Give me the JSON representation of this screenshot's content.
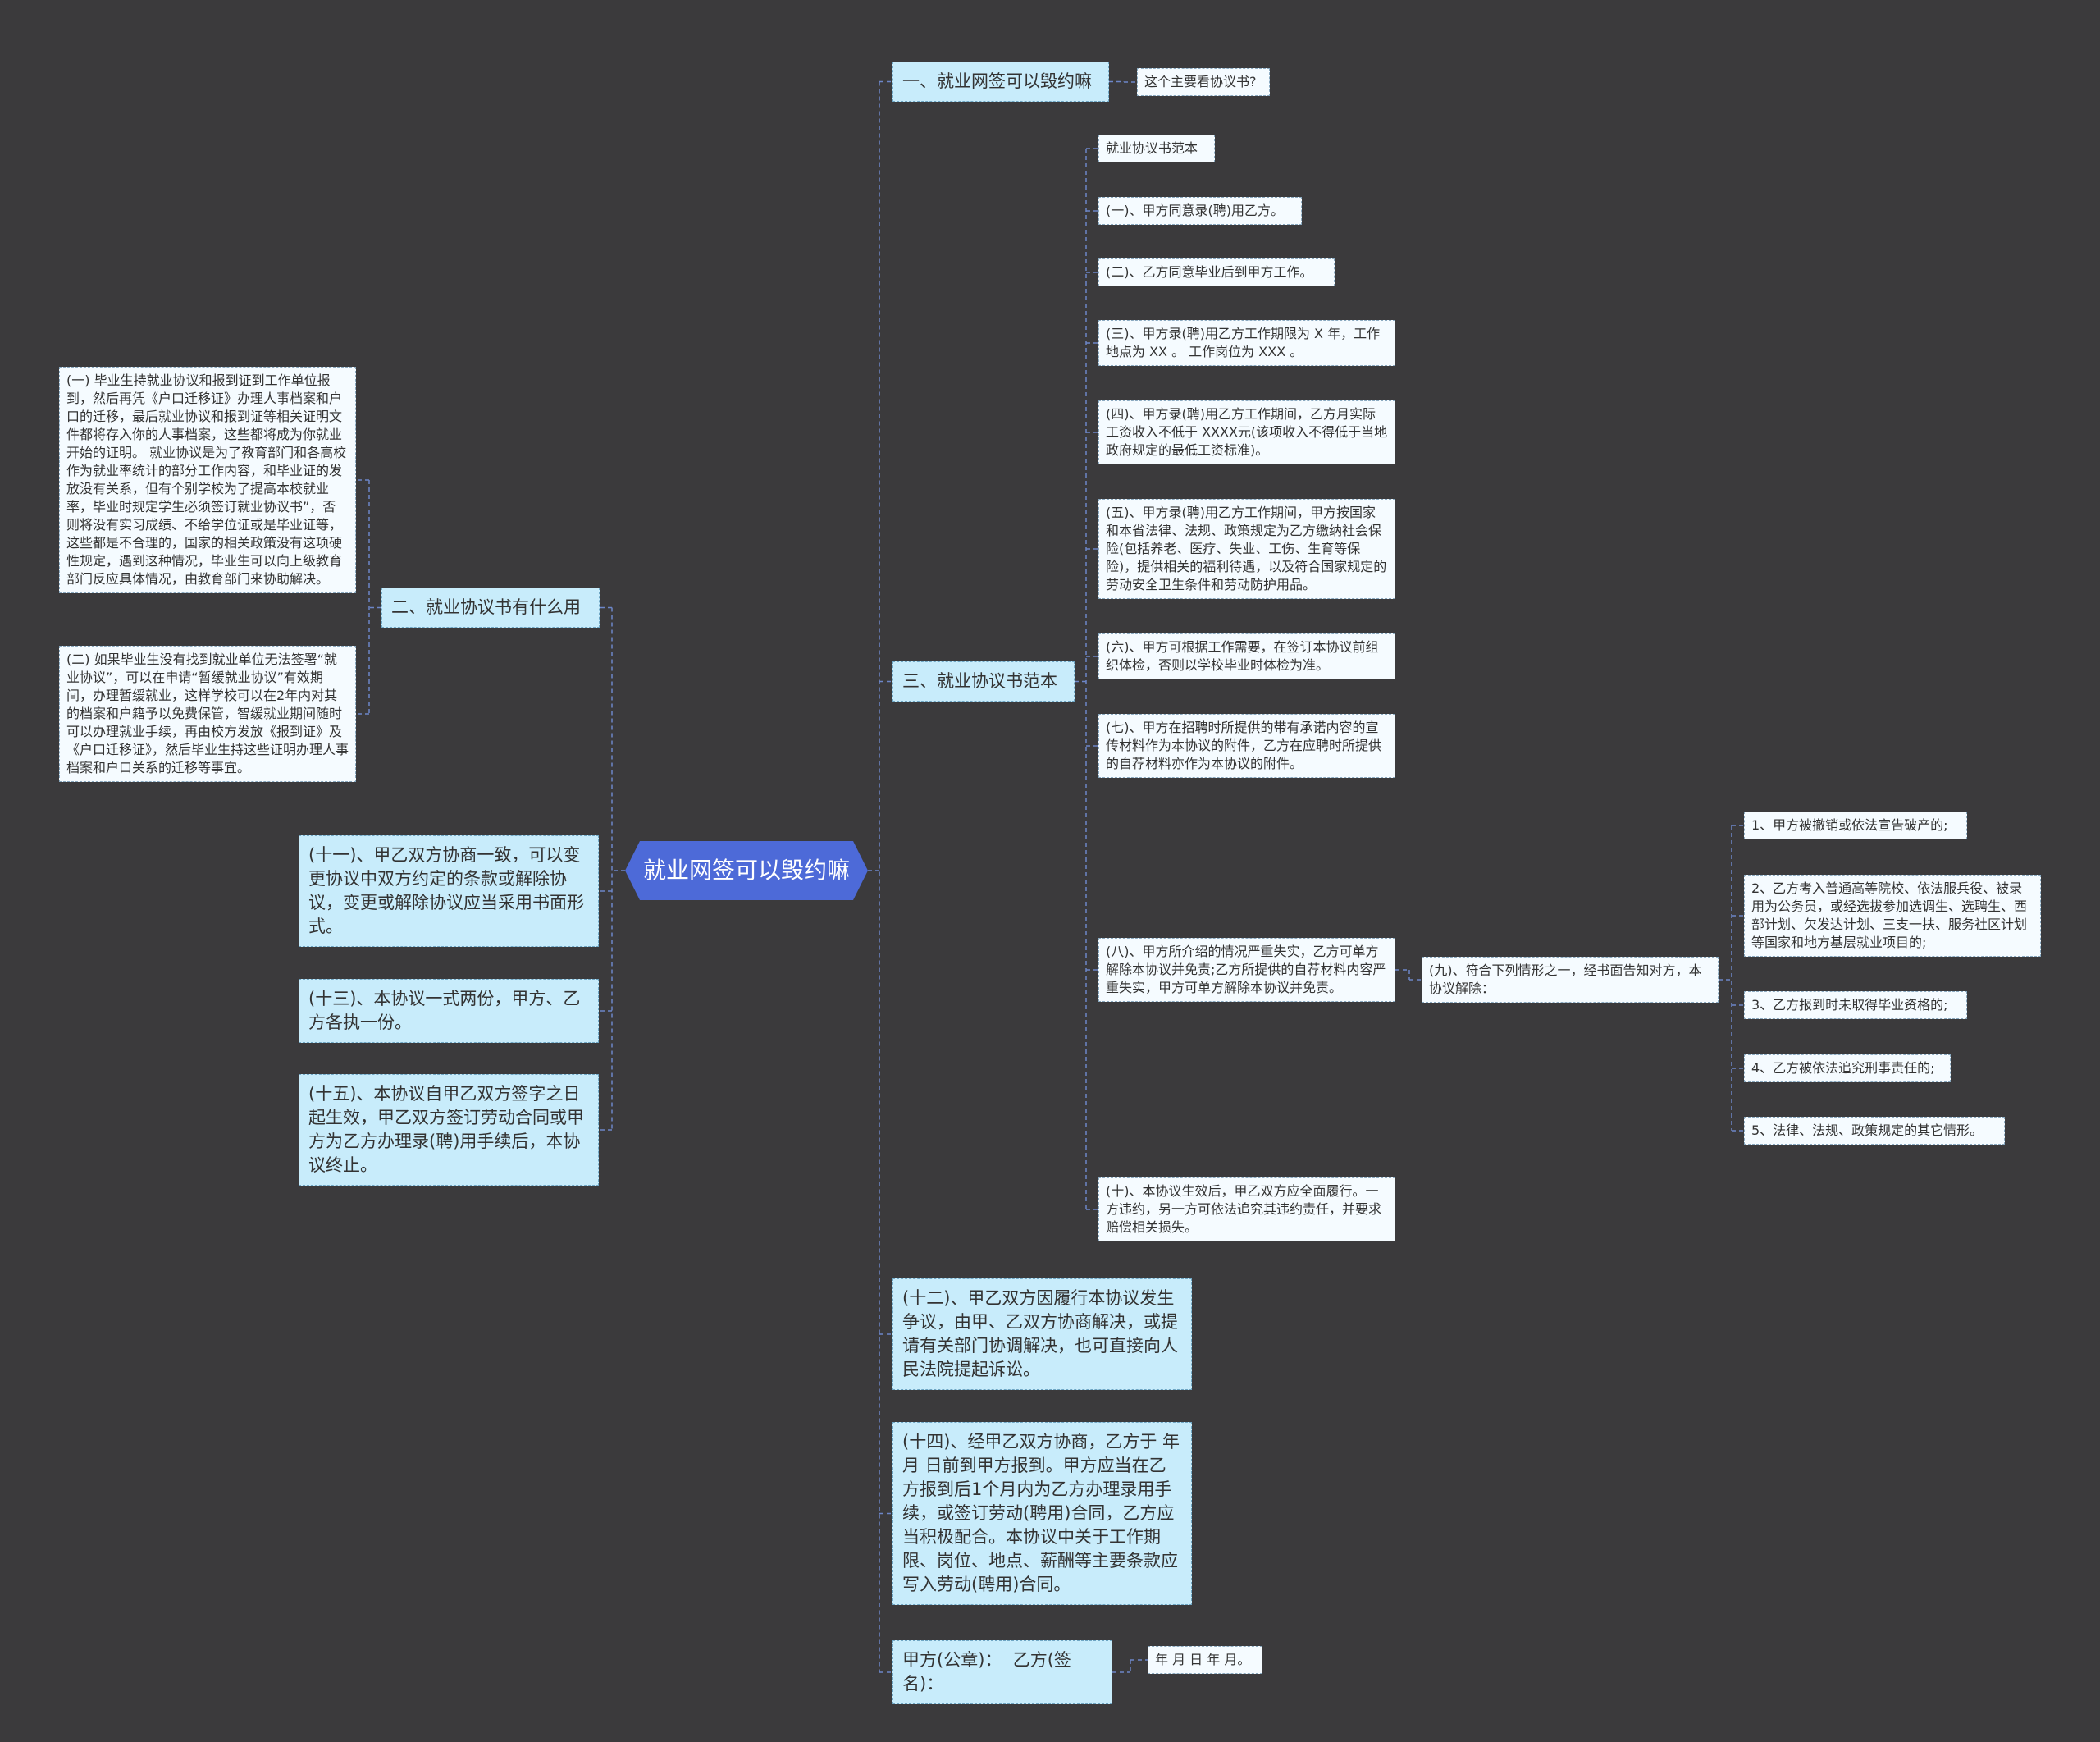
{
  "root": "就业网签可以毁约嘛",
  "right": {
    "b1": {
      "label": "一、就业网签可以毁约嘛",
      "child": "这个主要看协议书?"
    },
    "b3": {
      "label": "三、就业协议书范本",
      "children": [
        "就业协议书范本",
        "(一)、甲方同意录(聘)用乙方。",
        "(二)、乙方同意毕业后到甲方工作。",
        "(三)、甲方录(聘)用乙方工作期限为 X 年，工作地点为 XX 。 工作岗位为 XXX 。",
        "(四)、甲方录(聘)用乙方工作期间，乙方月实际工资收入不低于 XXXX元(该项收入不得低于当地政府规定的最低工资标准)。",
        "(五)、甲方录(聘)用乙方工作期间，甲方按国家和本省法律、法规、政策规定为乙方缴纳社会保险(包括养老、医疗、失业、工伤、生育等保险)，提供相关的福利待遇，以及符合国家规定的劳动安全卫生条件和劳动防护用品。",
        "(六)、甲方可根据工作需要，在签订本协议前组织体检，否则以学校毕业时体检为准。",
        "(七)、甲方在招聘时所提供的带有承诺内容的宣传材料作为本协议的附件，乙方在应聘时所提供的自荐材料亦作为本协议的附件。",
        "(八)、甲方所介绍的情况严重失实，乙方可单方解除本协议并免责;乙方所提供的自荐材料内容严重失实，甲方可单方解除本协议并免责。",
        "(十)、本协议生效后，甲乙双方应全面履行。一方违约，另一方可依法追究其违约责任，并要求赔偿相关损失。"
      ],
      "nine": {
        "label": "(九)、符合下列情形之一，经书面告知对方，本协议解除：",
        "children": [
          "1、甲方被撤销或依法宣告破产的;",
          "2、乙方考入普通高等院校、依法服兵役、被录用为公务员，或经选拔参加选调生、选聘生、西部计划、欠发达计划、三支一扶、服务社区计划等国家和地方基层就业项目的;",
          "3、乙方报到时未取得毕业资格的;",
          "4、乙方被依法追究刑事责任的;",
          "5、法律、法规、政策规定的其它情形。"
        ]
      }
    },
    "b12": "(十二)、甲乙双方因履行本协议发生争议，由甲、乙双方协商解决，或提请有关部门协调解决，也可直接向人民法院提起诉讼。",
    "b14": "(十四)、经甲乙双方协商，乙方于 年 月 日前到甲方报到。甲方应当在乙方报到后1个月内为乙方办理录用手续，或签订劳动(聘用)合同，乙方应当积极配合。本协议中关于工作期限、岗位、地点、薪酬等主要条款应写入劳动(聘用)合同。",
    "sign": {
      "label": "甲方(公章)：  乙方(签名)：",
      "child": "年 月 日 年 月。"
    }
  },
  "left": {
    "b2": {
      "label": "二、就业协议书有什么用",
      "children": [
        "(一) 毕业生持就业协议和报到证到工作单位报到，然后再凭《户口迁移证》办理人事档案和户口的迁移，最后就业协议和报到证等相关证明文件都将存入你的人事档案，这些都将成为你就业开始的证明。 就业协议是为了教育部门和各高校作为就业率统计的部分工作内容，和毕业证的发放没有关系，但有个别学校为了提高本校就业率，毕业时规定学生必须签订就业协议书”，否则将没有实习成绩、不给学位证或是毕业证等，这些都是不合理的，国家的相关政策没有这项硬性规定，遇到这种情况，毕业生可以向上级教育部门反应具体情况，由教育部门来协助解决。",
        "(二) 如果毕业生没有找到就业单位无法签署“就业协议”，可以在申请“暂缓就业协议”有效期间，办理暂缓就业，这样学校可以在2年内对其的档案和户籍予以免费保管，智缓就业期间随时可以办理就业手续，再由校方发放《报到证》及《户口迁移证》，然后毕业生持这些证明办理人事档案和户口关系的迁移等事宜。"
      ]
    },
    "b11": "(十一)、甲乙双方协商一致，可以变更协议中双方约定的条款或解除协议，变更或解除协议应当采用书面形式。",
    "b13": "(十三)、本协议一式两份，甲方、乙方各执一份。",
    "b15": "(十五)、本协议自甲乙双方签字之日起生效，甲乙双方签订劳动合同或甲方为乙方办理录(聘)用手续后，本协议终止。"
  },
  "colors": {
    "background": "#3b3a3c",
    "root": "#4d6ad8",
    "branch": "#c8ecfb",
    "leaf": "#f5fbff",
    "edge": "#6d86c8"
  }
}
